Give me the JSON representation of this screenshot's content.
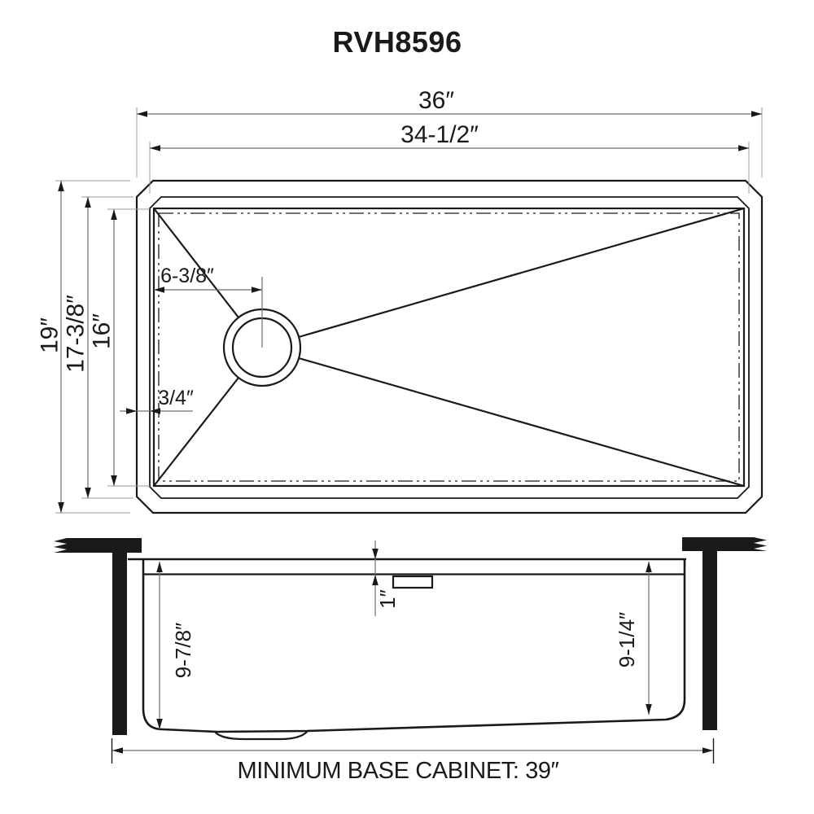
{
  "title": "RVH8596",
  "top_view": {
    "overall_width": "36″",
    "bowl_opening_width": "34-1/2″",
    "overall_depth": "19″",
    "inner_rim_depth": "17-3/8″",
    "bowl_depth": "16″",
    "drain_offset_from_left": "6-3/8″",
    "rim_width": "3/4″"
  },
  "side_view": {
    "rim_height": "1″",
    "bowl_depth_left": "9-7/8″",
    "bowl_depth_right": "9-1/4″"
  },
  "footer": {
    "note": "MINIMUM BASE CABINET: 39″"
  },
  "colors": {
    "ink": "#1a1a1a",
    "background": "#ffffff",
    "dimension_line": "#6f6f6f",
    "extension_line": "#9b9b9b"
  }
}
